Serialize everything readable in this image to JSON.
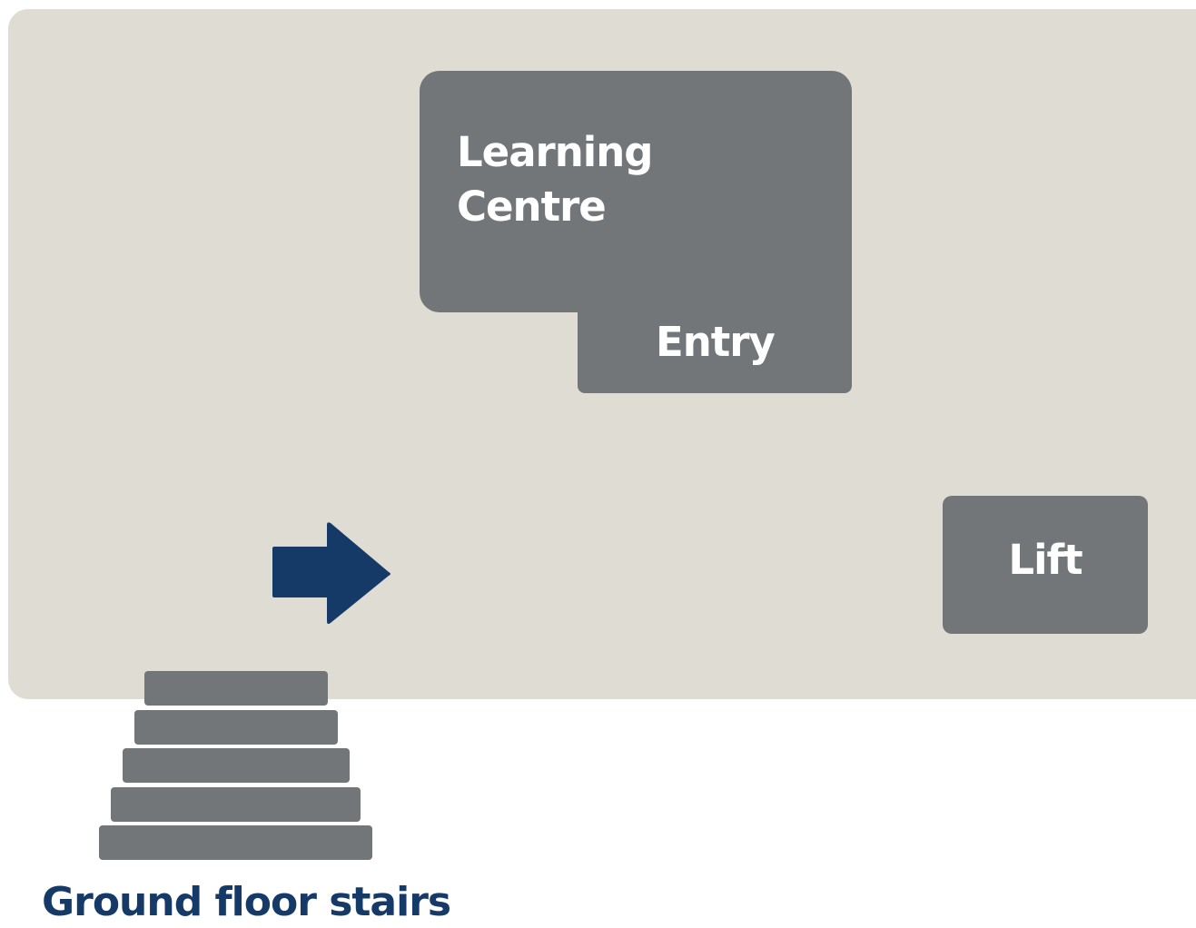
{
  "colors": {
    "floor": "#dfdcd4",
    "room": "#737678",
    "room_text": "#ffffff",
    "accent": "#163a68"
  },
  "rooms": {
    "learning_centre": {
      "label": "Learning Centre"
    },
    "entry": {
      "label": "Entry"
    },
    "lift": {
      "label": "Lift"
    }
  },
  "stairs": {
    "label": "Ground floor stairs"
  },
  "direction_arrow": {
    "icon": "arrow-right-icon"
  }
}
